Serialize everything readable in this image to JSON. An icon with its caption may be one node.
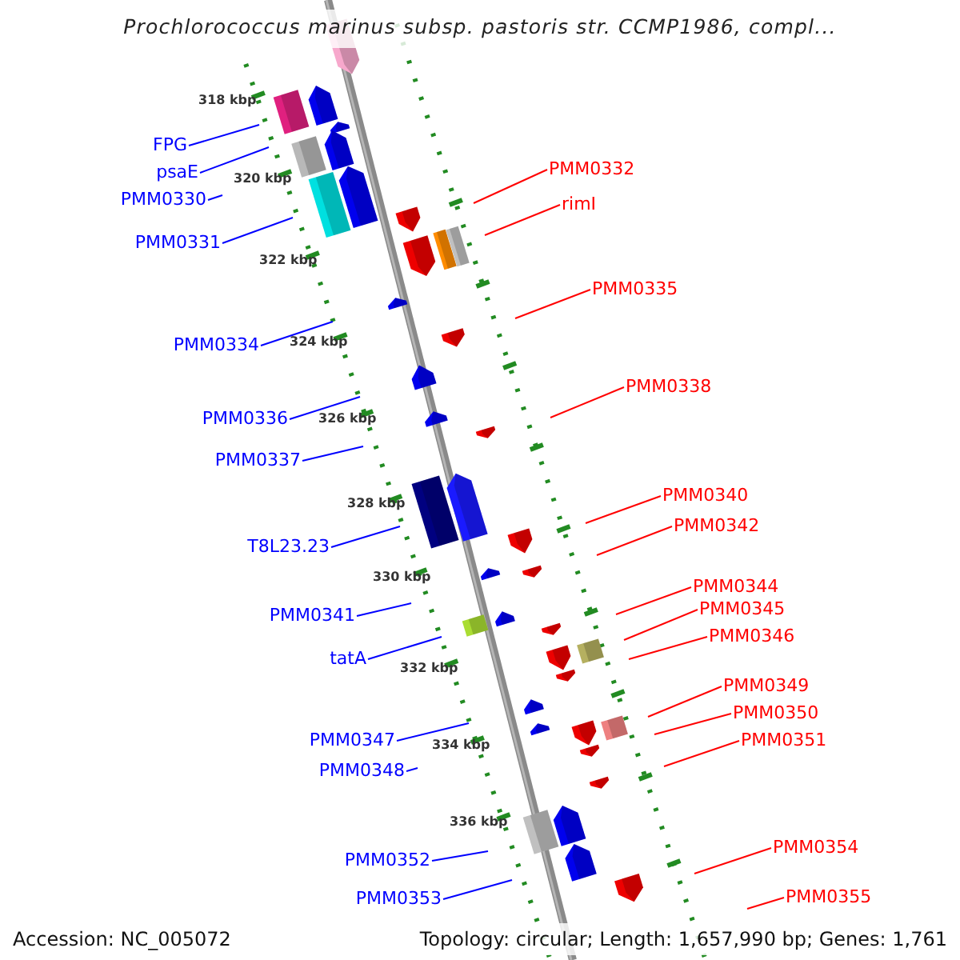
{
  "diagram": {
    "title": "Prochlorococcus marinus subsp. pastoris str. CCMP1986, compl...",
    "nodes": [
      {
        "text": [
          "FPG"
        ]
      },
      {
        "text": [
          "psaE"
        ]
      },
      {
        "text": [
          "PMM0330"
        ]
      },
      {
        "text": [
          "PMM0331"
        ]
      },
      {
        "text": [
          "PMM0334"
        ]
      },
      {
        "text": [
          "PMM0336"
        ]
      },
      {
        "text": [
          "PMM0337"
        ]
      },
      {
        "text": [
          "T8L23.23"
        ]
      },
      {
        "text": [
          "PMM0341"
        ]
      },
      {
        "text": [
          "tatA"
        ]
      },
      {
        "text": [
          "PMM0347"
        ]
      },
      {
        "text": [
          "PMM0348"
        ]
      },
      {
        "text": [
          "PMM0352"
        ]
      },
      {
        "text": [
          "PMM0353"
        ]
      },
      {
        "text": [
          "PMM0332"
        ]
      },
      {
        "text": [
          "rimI"
        ]
      },
      {
        "text": [
          "PMM0335"
        ]
      },
      {
        "text": [
          "PMM0338"
        ]
      },
      {
        "text": [
          "PMM0340"
        ]
      },
      {
        "text": [
          "PMM0342"
        ]
      },
      {
        "text": [
          "PMM0344"
        ]
      },
      {
        "text": [
          "PMM0345"
        ]
      },
      {
        "text": [
          "PMM0346"
        ]
      },
      {
        "text": [
          "PMM0349"
        ]
      },
      {
        "text": [
          "PMM0350"
        ]
      },
      {
        "text": [
          "PMM0351"
        ]
      },
      {
        "text": [
          "PMM0354"
        ]
      },
      {
        "text": [
          "PMM0355"
        ]
      }
    ],
    "edges": [
      {
        "from": 0,
        "to": null,
        "arrow": "none"
      },
      {
        "from": 1,
        "to": null,
        "arrow": "none"
      },
      {
        "from": 2,
        "to": null,
        "arrow": "none"
      },
      {
        "from": 3,
        "to": null,
        "arrow": "none"
      },
      {
        "from": 4,
        "to": null,
        "arrow": "none"
      },
      {
        "from": 5,
        "to": null,
        "arrow": "none"
      },
      {
        "from": 6,
        "to": null,
        "arrow": "none"
      },
      {
        "from": 7,
        "to": null,
        "arrow": "none"
      },
      {
        "from": 8,
        "to": null,
        "arrow": "none"
      },
      {
        "from": 9,
        "to": null,
        "arrow": "none"
      },
      {
        "from": 10,
        "to": null,
        "arrow": "none"
      },
      {
        "from": 11,
        "to": null,
        "arrow": "none"
      },
      {
        "from": 12,
        "to": null,
        "arrow": "none"
      },
      {
        "from": 13,
        "to": null,
        "arrow": "none"
      },
      {
        "from": 14,
        "to": null,
        "arrow": "none",
        "color": "#ff0000"
      },
      {
        "from": 15,
        "to": null,
        "arrow": "none",
        "color": "#ff0000"
      },
      {
        "from": 16,
        "to": null,
        "arrow": "none",
        "color": "#ff0000"
      },
      {
        "from": 17,
        "to": null,
        "arrow": "none",
        "color": "#ff0000"
      },
      {
        "from": 18,
        "to": null,
        "arrow": "none",
        "color": "#ff0000"
      },
      {
        "from": 19,
        "to": null,
        "arrow": "none",
        "color": "#ff0000"
      },
      {
        "from": 20,
        "to": null,
        "arrow": "none",
        "color": "#ff0000"
      },
      {
        "from": 21,
        "to": null,
        "arrow": "none",
        "color": "#ff0000"
      },
      {
        "from": 22,
        "to": null,
        "arrow": "none",
        "color": "#ff0000"
      },
      {
        "from": 23,
        "to": null,
        "arrow": "none",
        "color": "#ff0000"
      },
      {
        "from": 24,
        "to": null,
        "arrow": "none",
        "color": "#ff0000"
      },
      {
        "from": 25,
        "to": null,
        "arrow": "none",
        "color": "#ff0000"
      },
      {
        "from": 26,
        "to": null,
        "arrow": "none",
        "color": "#ff0000"
      },
      {
        "from": 27,
        "to": null,
        "arrow": "none",
        "color": "#ff0000"
      }
    ],
    "labels": [
      "318 kbp",
      "320 kbp",
      "322 kbp",
      "324 kbp",
      "326 kbp",
      "328 kbp",
      "330 kbp",
      "332 kbp",
      "334 kbp",
      "336 kbp",
      "Accession: NC_005072",
      "Topology: circular; Length: 1,657,990 bp; Genes: 1,761"
    ]
  }
}
